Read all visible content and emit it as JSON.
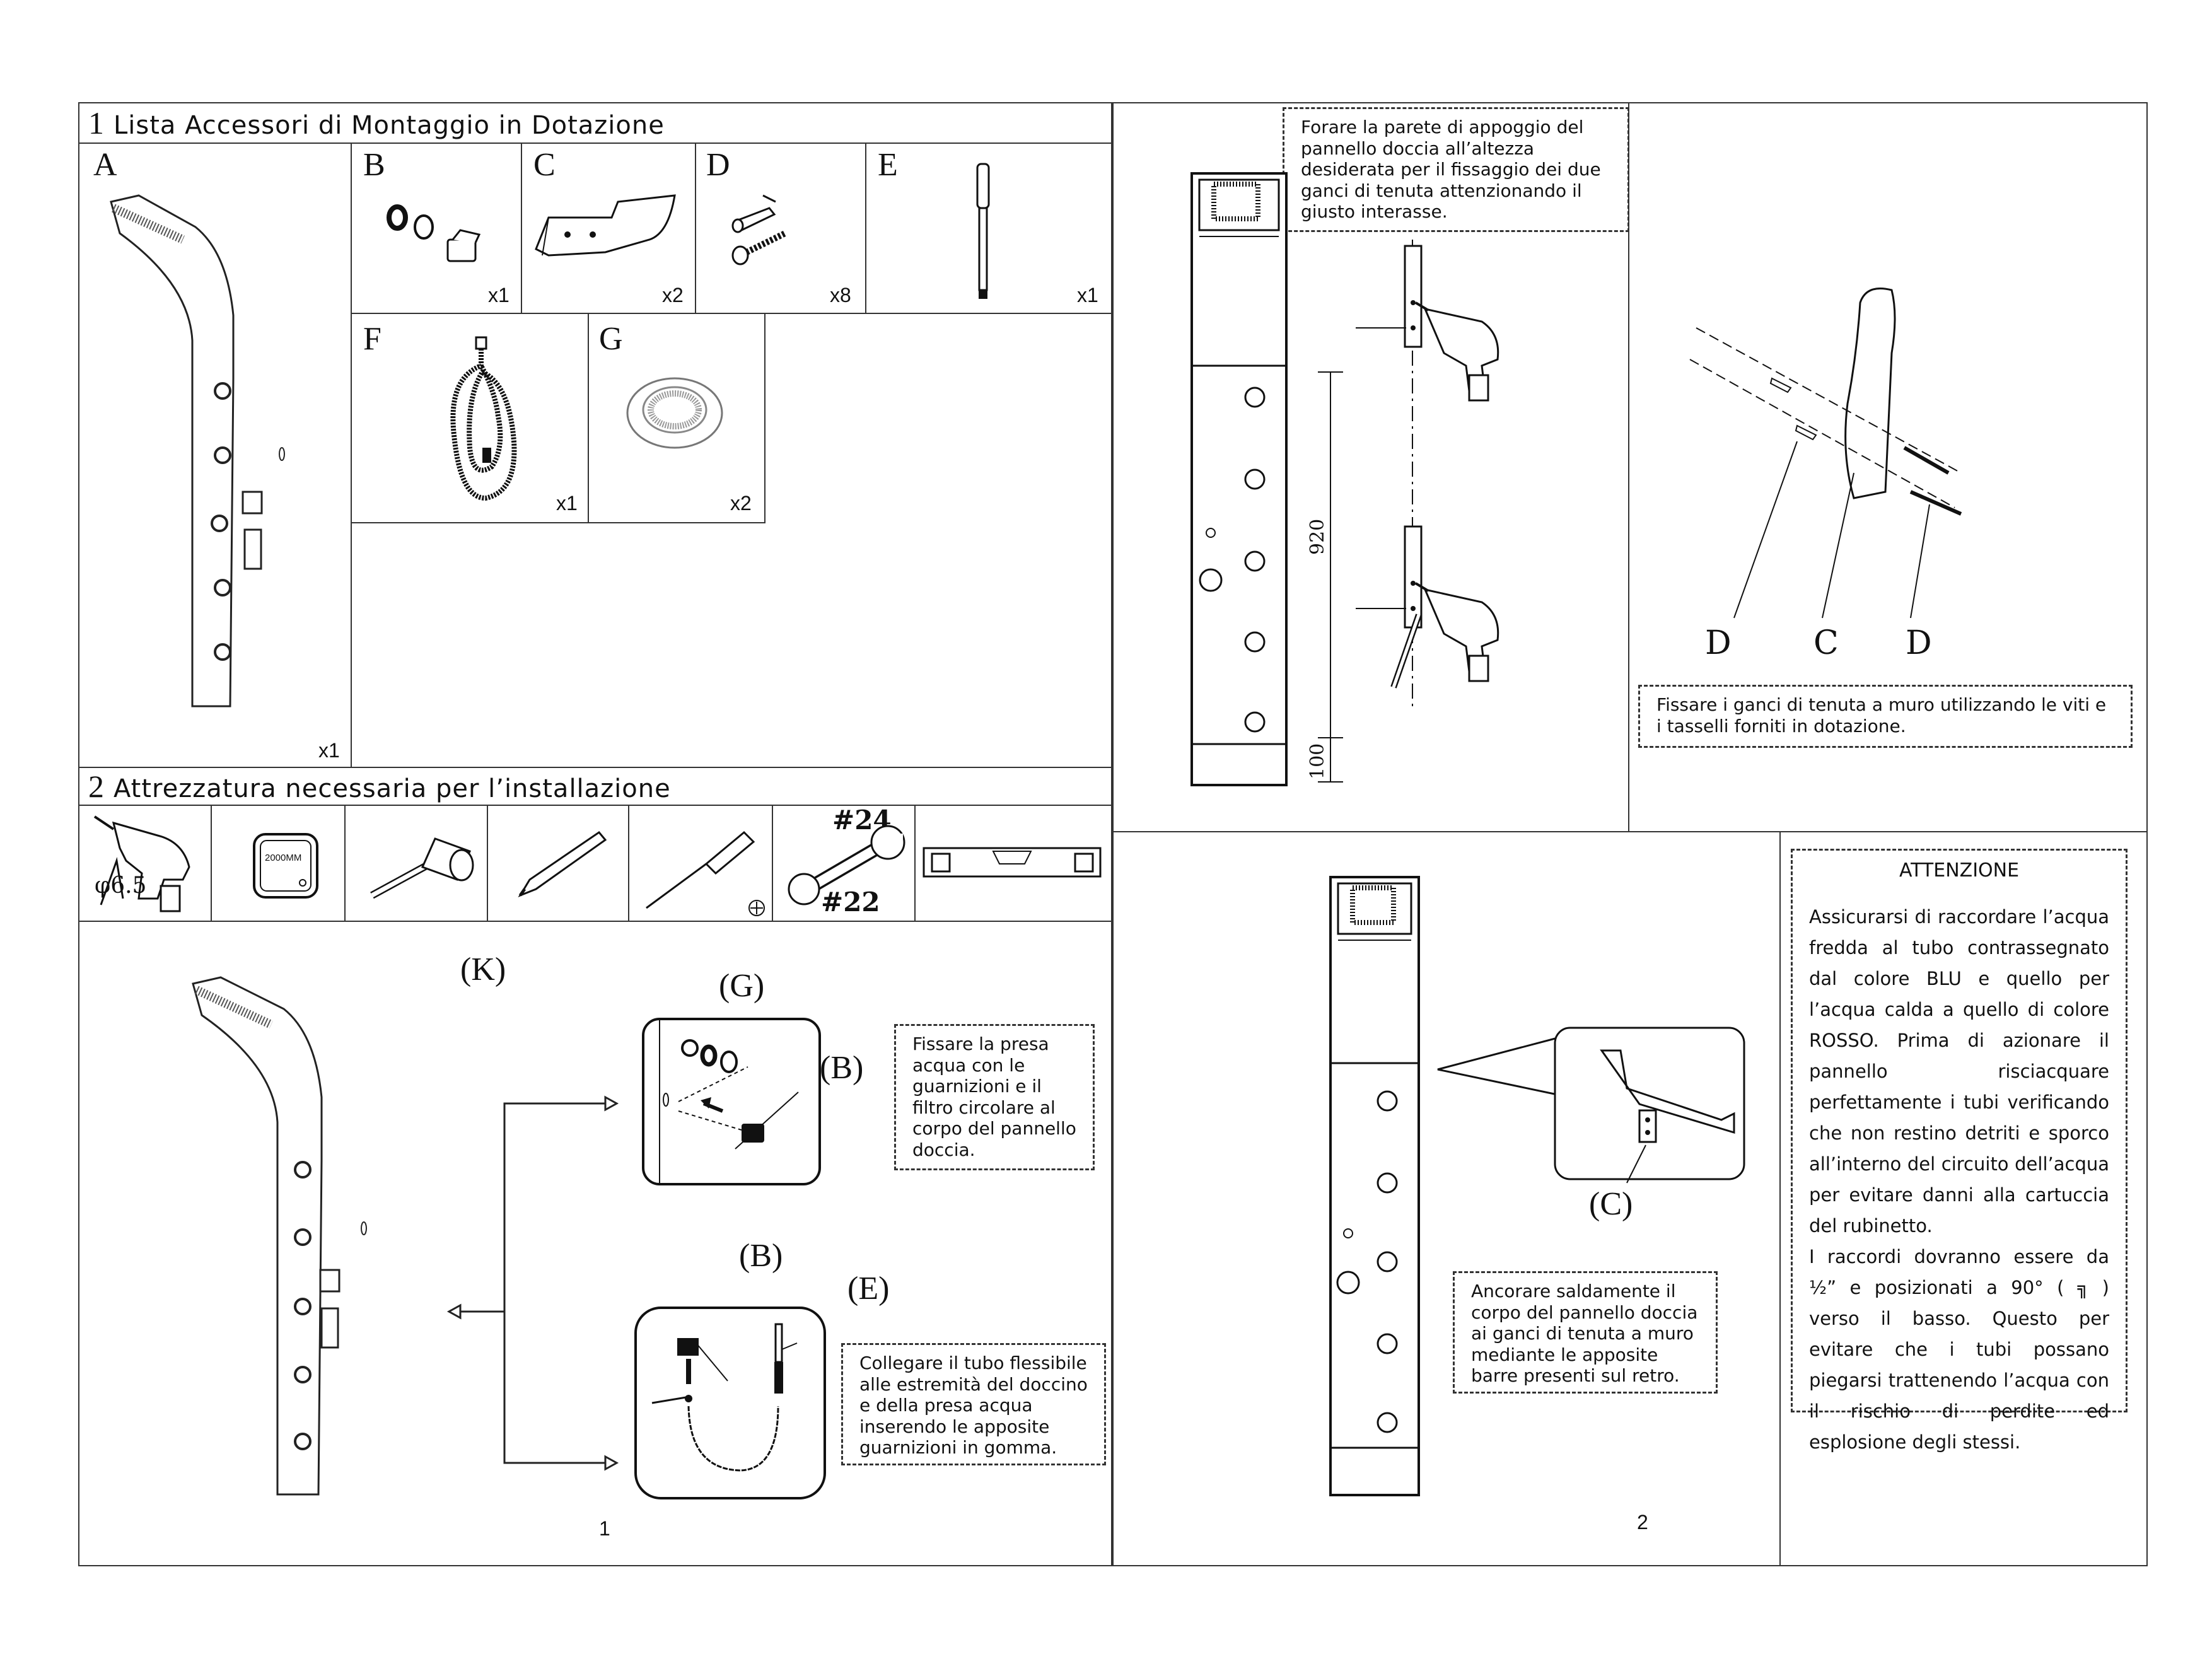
{
  "page1": {
    "section1": {
      "number": "1",
      "title": "Lista Accessori di Montaggio in Dotazione"
    },
    "accessories": [
      {
        "letter": "A",
        "qty": "x1"
      },
      {
        "letter": "B",
        "qty": "x1"
      },
      {
        "letter": "C",
        "qty": "x2"
      },
      {
        "letter": "D",
        "qty": "x8"
      },
      {
        "letter": "E",
        "qty": "x1"
      },
      {
        "letter": "F",
        "qty": "x1"
      },
      {
        "letter": "G",
        "qty": "x2"
      }
    ],
    "section2": {
      "number": "2",
      "title": "Attrezzatura necessaria per l’installazione"
    },
    "tools": {
      "drill_size": "φ6.5",
      "tape_label": "2000MM",
      "wrench_top": "#24",
      "wrench_bottom": "#22"
    },
    "callouts": {
      "k": "(K)",
      "g": "(G)",
      "b1": "(B)",
      "b2": "(B)",
      "e": "(E)"
    },
    "note_fix": "Fissare la presa acqua con le guarnizioni e il filtro circolare al corpo del pannello doccia.",
    "note_connect": "Collegare il tubo flessibile alle estremità del doccino e della presa acqua inserendo le apposite guarnizioni in gomma.",
    "page_number": "1"
  },
  "page2": {
    "note_drill": "Forare la parete di appoggio del pannello doccia all’altezza desiderata per il fissaggio dei due ganci di tenuta attenzionando il giusto interasse.",
    "dim_920": "920",
    "dim_100": "100",
    "labels_dcd": [
      "D",
      "C",
      "D"
    ],
    "note_hooks": "Fissare i ganci di tenuta a muro utilizzando le viti e i tasselli forniti in dotazione.",
    "callout_c": "(C)",
    "note_anchor": "Ancorare saldamente il corpo del pannello doccia ai ganci di tenuta a muro mediante le apposite barre presenti sul retro.",
    "attention": {
      "title": "ATTENZIONE",
      "body": "Assicurarsi di raccordare l’acqua fredda al tubo contrassegnato dal colore BLU e quello per l’acqua calda a quello di colore ROSSO. Prima di azionare il pannello risciacquare perfettamente i tubi verificando che non restino detriti e sporco all’interno del circuito dell’acqua per evitare danni alla cartuccia del rubinetto.",
      "body2": "I raccordi dovranno essere da ½” e posizionati a 90° ( ╗ ) verso il basso. Questo per evitare che i tubi possano piegarsi trattenendo l’acqua con il rischio di perdite ed esplosione degli stessi."
    },
    "page_number": "2"
  }
}
